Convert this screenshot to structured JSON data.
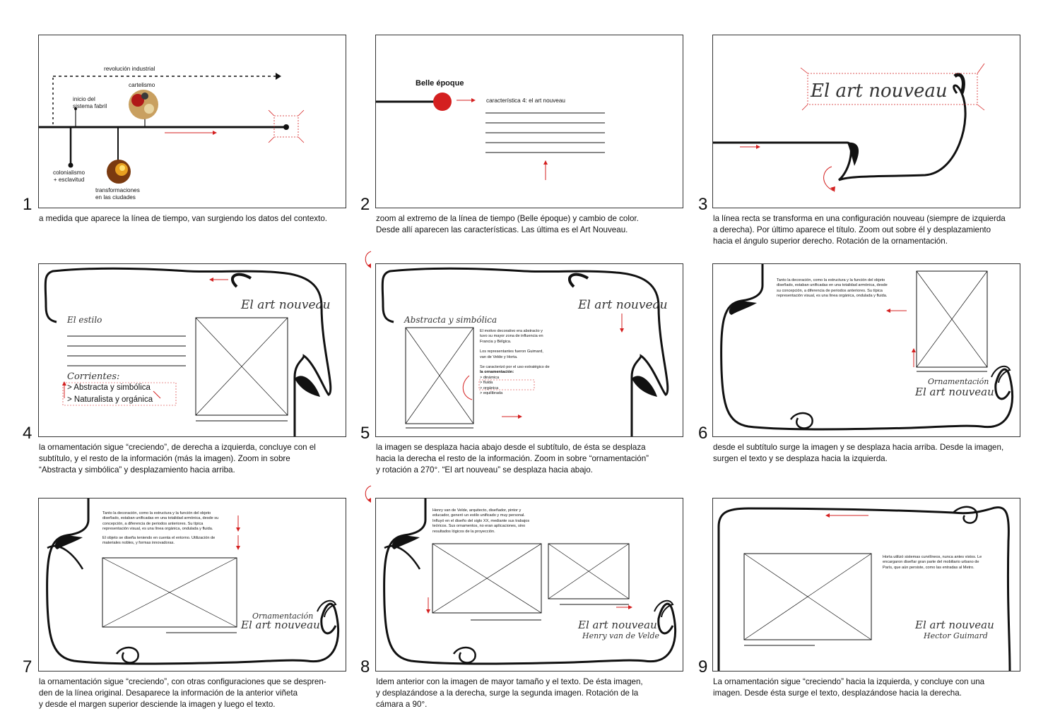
{
  "colors": {
    "accent_red": "#d42020",
    "line": "#111111",
    "frame": "#333333"
  },
  "panels": [
    {
      "number": "1",
      "caption": [
        "a medida que aparece la línea de tiempo, van surgiendo los datos del contexto."
      ],
      "texts": {
        "revolucion": "revolución industrial",
        "inicio": [
          "inicio del",
          "sistema fabril"
        ],
        "cartelismo": "cartelismo",
        "colonialismo": [
          "colonialismo",
          "+ esclavitud"
        ],
        "transformaciones": [
          "transformaciones",
          "en las ciudades"
        ]
      }
    },
    {
      "number": "2",
      "caption": [
        "zoom al extremo de la línea de tiempo (Belle époque) y cambio de color.",
        "Desde allí aparecen las características. Las última es el Art Nouveau."
      ],
      "texts": {
        "belle": "Belle époque",
        "caracteristica": "característica 4: el art nouveau"
      }
    },
    {
      "number": "3",
      "caption": [
        "la línea recta se transforma en una configuración nouveau (siempre de izquierda",
        " a derecha). Por último aparece el título. Zoom out sobre él y desplazamiento",
        "hacia el ángulo superior derecho. Rotación de la ornamentación."
      ],
      "texts": {
        "title": "El art nouveau"
      }
    },
    {
      "number": "4",
      "caption": [
        "la ornamentación sigue “creciendo”, de derecha a izquierda, concluye con el",
        "subtítulo, y el resto de la información (más la imagen). Zoom in sobre",
        "“Abstracta y simbólica” y desplazamiento hacia arriba."
      ],
      "texts": {
        "title": "El art nouveau",
        "subtitle": "El estilo",
        "corrientes": "Corrientes:",
        "item1": "> Abstracta y simbólica",
        "item2": "> Naturalista y orgánica"
      }
    },
    {
      "number": "5",
      "caption": [
        "la imagen se desplaza hacia abajo desde el subtítulo, de ésta se desplaza",
        "hacia la derecha el resto de la información. Zoom in sobre “ornamentación”",
        "y rotación a 270°. “El art nouveau” se desplaza hacia abajo."
      ],
      "texts": {
        "title": "El art nouveau",
        "subtitle": "Abstracta y simbólica",
        "body1": [
          "El motivo decorativo era abstracto y",
          "tuvo su mayor zona de influencia en",
          "Francia y Bélgica."
        ],
        "body2": [
          "Los representantes fueron Guimard,",
          "van de Velde y Horta."
        ],
        "body3": "Se caracterizó por el uso estratégico de",
        "body3b": "la ornamentación:",
        "list": [
          "> dinámica",
          "> fluida",
          "> orgánica",
          "> equilibrada"
        ]
      }
    },
    {
      "number": "6",
      "caption": [
        "desde el subtítulo surge la imagen y se desplaza hacia arriba. Desde la imagen,",
        "surgen el texto y se desplaza hacia la izquierda."
      ],
      "texts": {
        "body": [
          "Tanto la decoración, como la estructura y la función del objeto",
          "diseñado, estaban unificadas en una totalidad armónica, desde",
          "su concepción, a diferencia de periodos anteriores. Su típica",
          "representación visual, es una línea orgánica, ondulada y fluida."
        ],
        "orn": "Ornamentación",
        "title": "El art nouveau"
      }
    },
    {
      "number": "7",
      "caption": [
        "la ornamentación sigue “creciendo”, con otras configuraciones que se despren-",
        "den de la línea original. Desaparece la información de la anterior viñeta",
        "y desde el margen superior desciende la imagen y luego el texto."
      ],
      "texts": {
        "body": [
          "Tanto la decoración, como la estructura y la función del objeto",
          "diseñado, estaban unificadas en una totalidad armónica, desde su",
          "concepción, a diferencia de periodos anteriores. Su típica",
          "representación visual, es una línea orgánica, ondulada y fluida."
        ],
        "body2": [
          "El objeto se diseña teniendo en cuenta el entorno. Utilización de",
          "materiales nobles, y formas innovadoras."
        ],
        "orn": "Ornamentación",
        "title": "El art nouveau"
      }
    },
    {
      "number": "8",
      "caption": [
        "Idem anterior con la imagen de mayor tamaño y el texto. De ésta imagen,",
        "y desplazándose a la derecha, surge la segunda imagen. Rotación de la",
        "cámara a 90°."
      ],
      "texts": {
        "body": [
          "Henry van de Velde, arquitecto, diseñador, pintor y",
          "educador, generó un estilo unificado y muy personal.",
          "Influyó en el diseño del siglo XX, mediante sus trabajos",
          "teóricos. Sus ornamentos, no eran aplicaciones, sino",
          "resultados lógicos de la proyección."
        ],
        "title": "El art nouveau",
        "name": "Henry van de Velde"
      }
    },
    {
      "number": "9",
      "caption": [
        "La ornamentación sigue “creciendo” hacia la izquierda, y concluye con una",
        "imagen. Desde ésta surge el texto, desplazándose hacia la derecha."
      ],
      "texts": {
        "body": [
          "Horta utilizó sistemas curvilíneos, nunca antes vistos. Le",
          "encargaron diseñar gran parte del mobiliario urbano de",
          "París, que aún persiste, como las entradas al Metro."
        ],
        "title": "El art nouveau",
        "name": "Hector Guimard"
      }
    }
  ]
}
